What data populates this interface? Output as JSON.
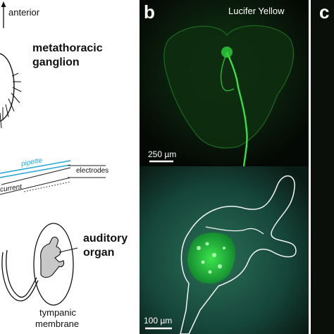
{
  "panel_a": {
    "anterior_label": "anterior",
    "ganglion_label_line1": "metathoracic",
    "ganglion_label_line2": "ganglion",
    "pipette_label": "pipette",
    "electrodes_label": "electrodes",
    "current_label": "current",
    "organ_label_line1": "auditory",
    "organ_label_line2": "organ",
    "membrane_label_line1": "tympanic",
    "membrane_label_line2": "membrane",
    "colors": {
      "pipette": "#29a9d6",
      "organ_fill": "#c8c8c8",
      "ink": "#111111"
    }
  },
  "panel_b": {
    "letter": "b",
    "stain_label": "Lucifer Yellow",
    "scale_top": "250 µm",
    "scale_bottom": "100 µm",
    "colors": {
      "stain": "#2fe03a",
      "background": "#070c07"
    }
  },
  "panel_c": {
    "letter": "c"
  }
}
